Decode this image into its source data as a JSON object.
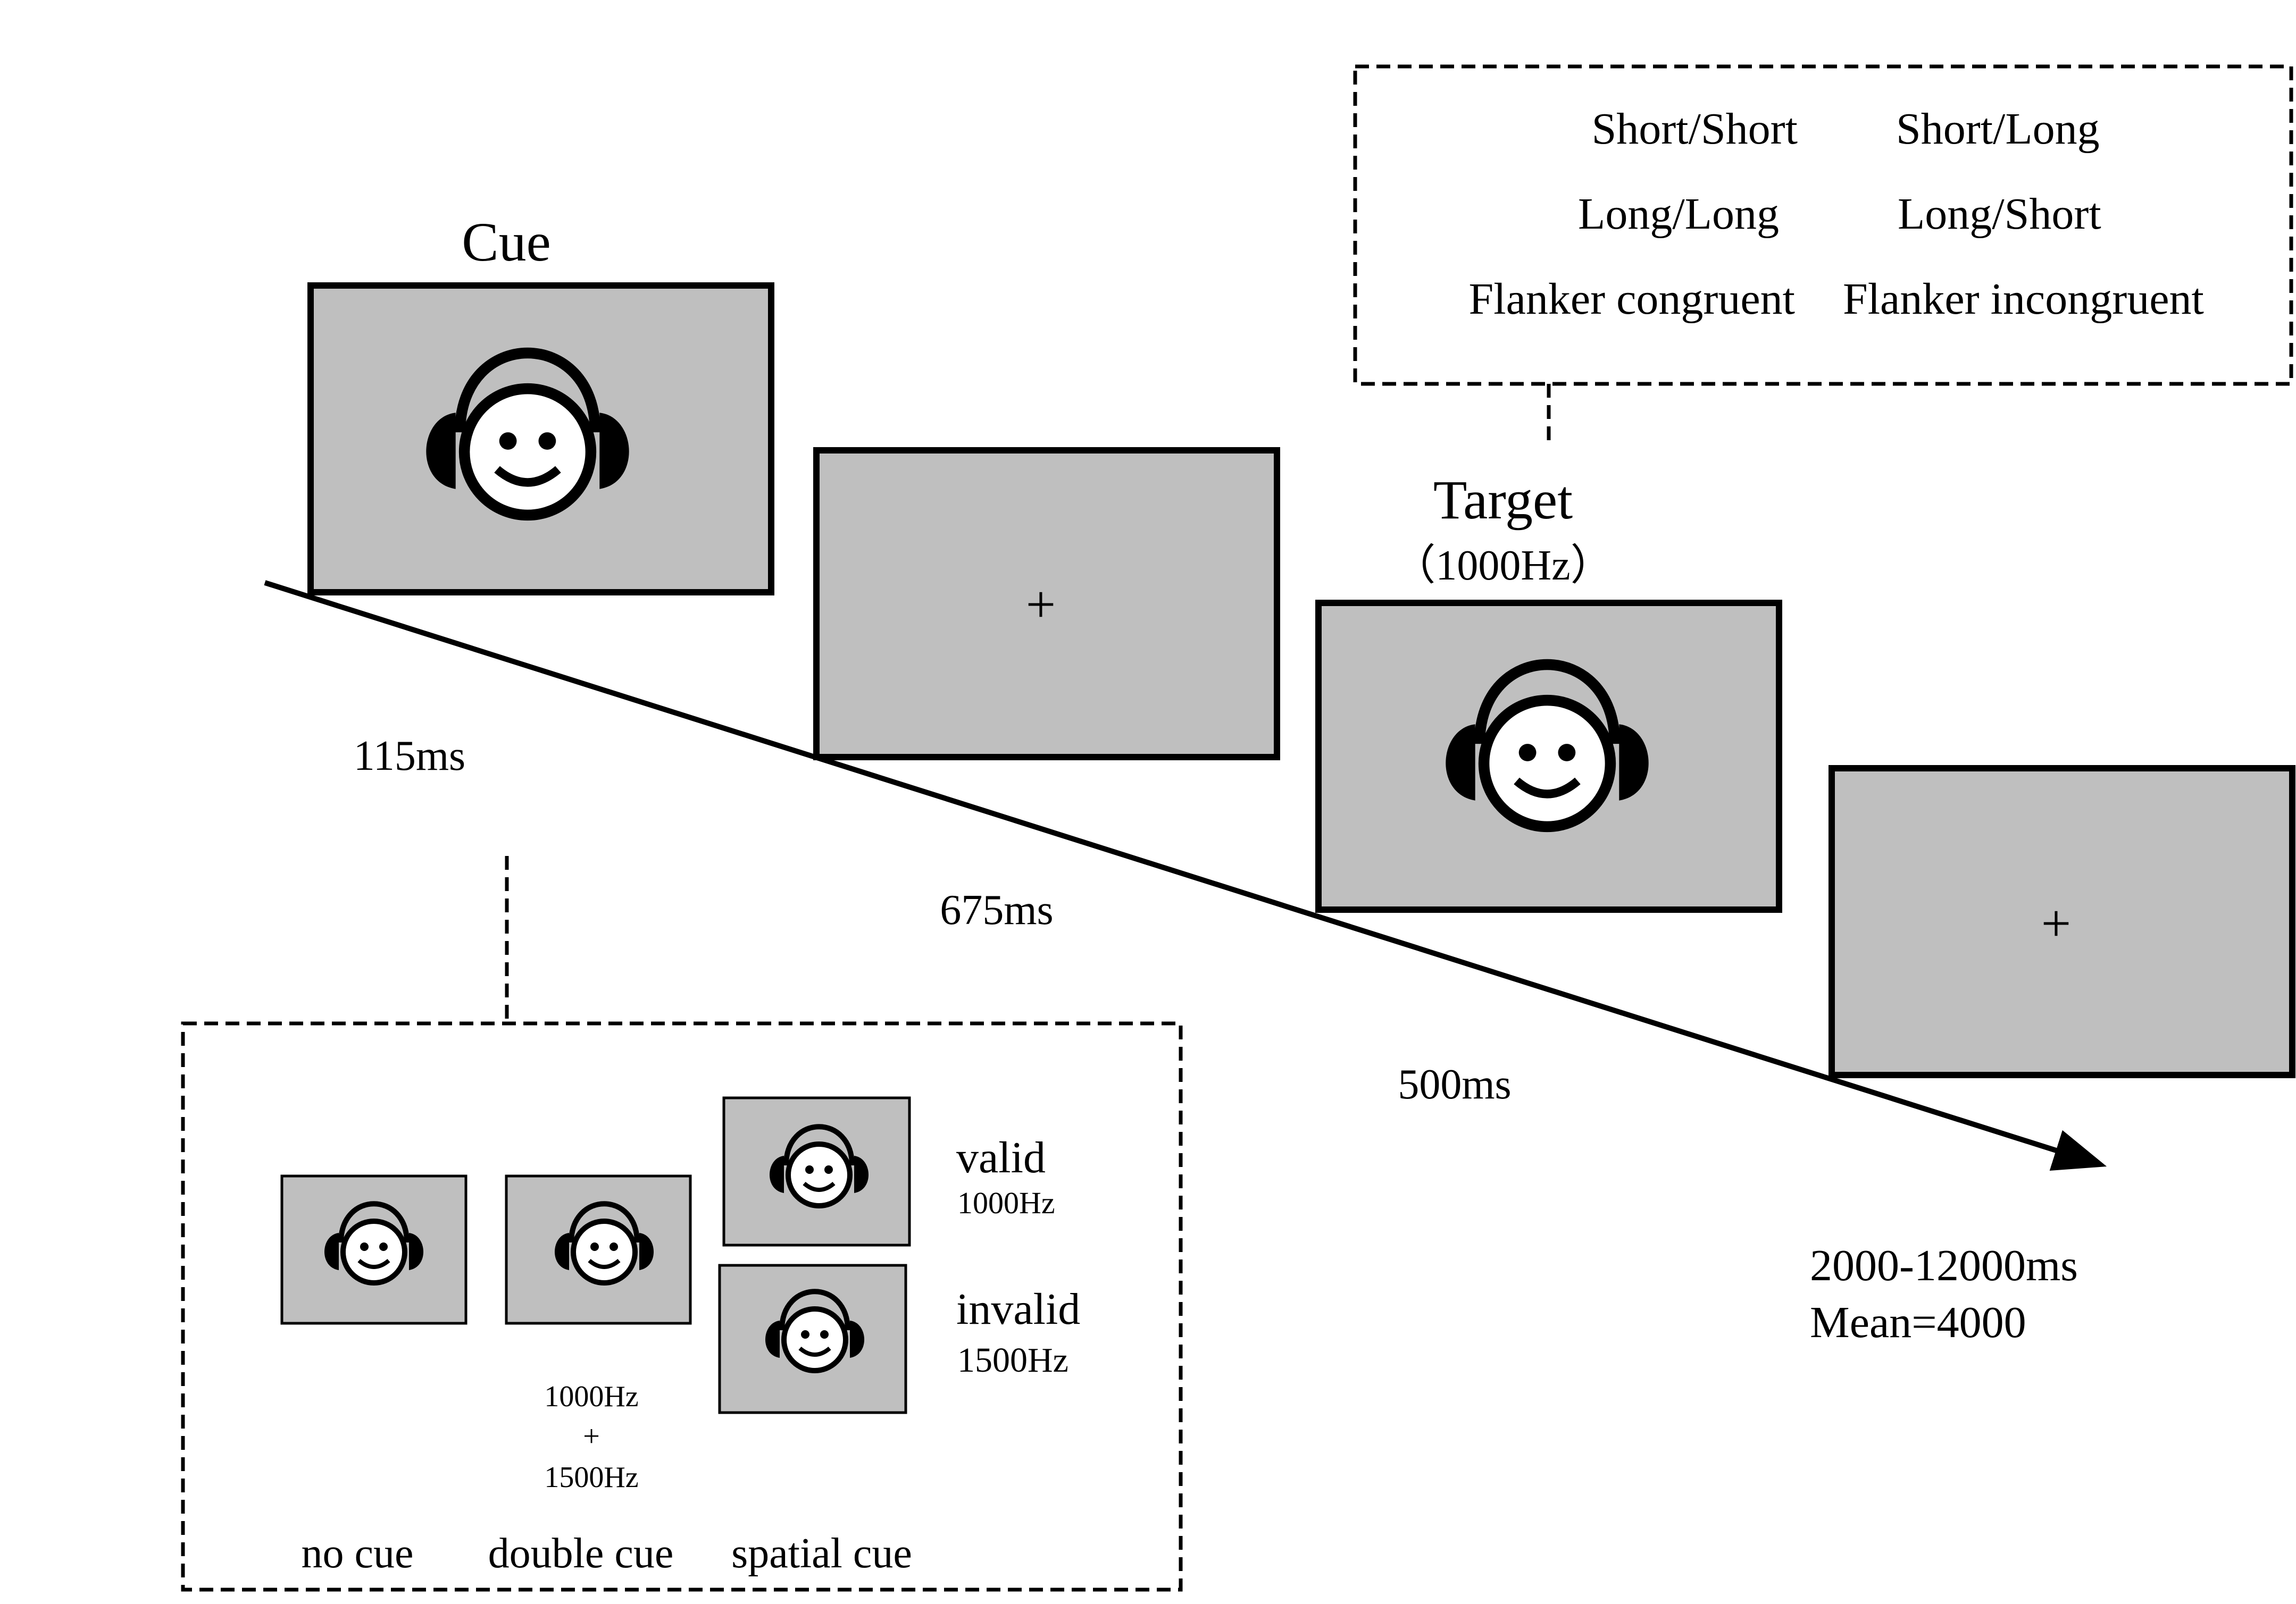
{
  "colors": {
    "screen_fill": "#bfbfbf",
    "stroke": "#000000",
    "background": "#ffffff"
  },
  "icons": {
    "face": "smiley-headphones-icon",
    "fixation": "fixation-cross-icon"
  },
  "timeline": {
    "cue_label": "Cue",
    "target_label": "Target",
    "target_tone": "（1000Hz）",
    "fixation_glyph": "+",
    "cue_duration": "115ms",
    "interval_duration": "675ms",
    "target_duration": "500ms",
    "iti_range": "2000-12000ms",
    "iti_mean": "Mean=4000"
  },
  "target_conditions": {
    "rows": [
      [
        "Short/Short",
        "Short/Long"
      ],
      [
        "Long/Long",
        "Long/Short"
      ],
      [
        "Flanker congruent",
        "Flanker incongruent"
      ]
    ]
  },
  "cue_types": {
    "no_cue": "no cue",
    "double_cue": "double cue",
    "double_cue_tone_a": "1000Hz",
    "double_cue_plus": "+",
    "double_cue_tone_b": "1500Hz",
    "spatial_cue": "spatial cue",
    "valid_label": "valid",
    "valid_tone": "1000Hz",
    "invalid_label": "invalid",
    "invalid_tone": "1500Hz"
  }
}
